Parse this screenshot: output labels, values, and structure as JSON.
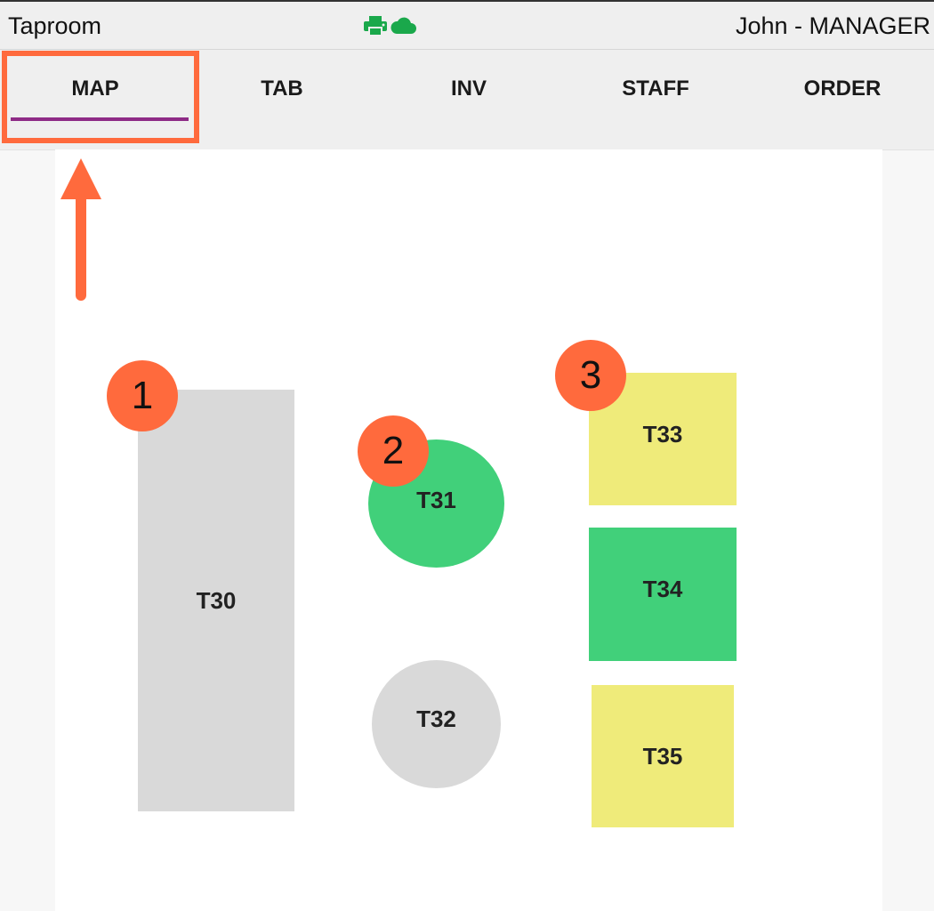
{
  "app": {
    "title": "Taproom",
    "user": "John - MANAGER"
  },
  "status_icons": [
    {
      "name": "printer-icon",
      "color": "#1aa84b"
    },
    {
      "name": "cloud-icon",
      "color": "#1aa84b"
    }
  ],
  "tabs": [
    {
      "label": "MAP",
      "active": true
    },
    {
      "label": "TAB",
      "active": false
    },
    {
      "label": "INV",
      "active": false
    },
    {
      "label": "STAFF",
      "active": false
    },
    {
      "label": "ORDER",
      "active": false
    }
  ],
  "colors": {
    "accent_underline": "#8e2b86",
    "annotation": "#ff6a3d",
    "table_gray": "#d9d9d9",
    "table_green": "#41d07a",
    "table_yellow": "#efeb7a"
  },
  "tables": [
    {
      "label": "T30",
      "shape": "rectangle",
      "status_color": "gray"
    },
    {
      "label": "T31",
      "shape": "circle",
      "status_color": "green"
    },
    {
      "label": "T32",
      "shape": "circle",
      "status_color": "gray"
    },
    {
      "label": "T33",
      "shape": "square",
      "status_color": "yellow"
    },
    {
      "label": "T34",
      "shape": "square",
      "status_color": "green"
    },
    {
      "label": "T35",
      "shape": "square",
      "status_color": "yellow"
    }
  ],
  "annotations": {
    "badges": [
      "1",
      "2",
      "3"
    ],
    "arrow_icon": "up-arrow-icon",
    "highlight": "MAP tab"
  }
}
